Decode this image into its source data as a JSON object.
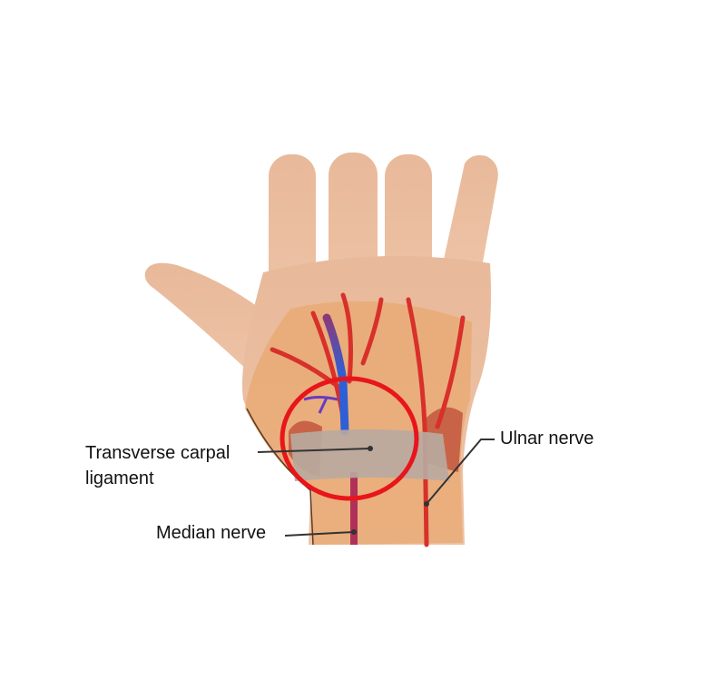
{
  "labels": {
    "ligament_line1": "Transverse carpal",
    "ligament_line2": "ligament",
    "ulnar": "Ulnar nerve",
    "median": "Median nerve"
  },
  "colors": {
    "skin": "#e9b896",
    "overlay": "#e8a870",
    "nerve": "#d8302a",
    "vein": "#2f5fd6",
    "highlight_circle": "#e8151b",
    "ligament": "#b8a9a0"
  }
}
